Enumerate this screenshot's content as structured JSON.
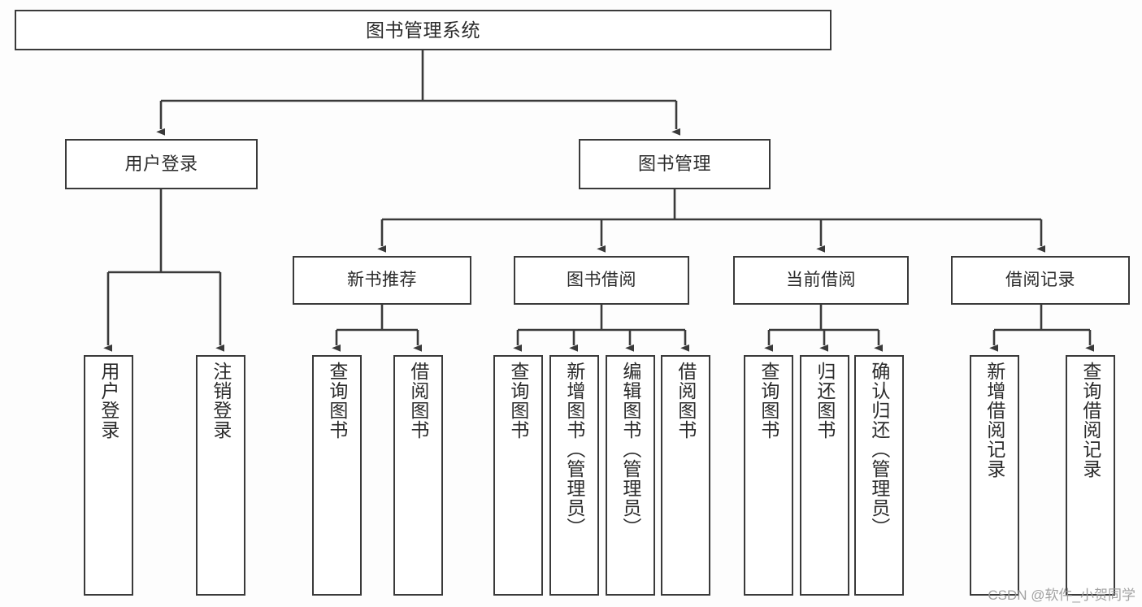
{
  "diagram": {
    "title": "图书管理系统",
    "type": "hierarchy-tree",
    "watermark": "CSDN @软件_小贺同学",
    "colors": {
      "stroke": "#3a3a3a",
      "box_fill": "#ffffff",
      "text": "#2b2b2b",
      "background": "#fdfdfd",
      "watermark": "#9b9b9b"
    },
    "root": {
      "label": "图书管理系统"
    },
    "level1": [
      {
        "label": "用户登录"
      },
      {
        "label": "图书管理"
      }
    ],
    "level2": [
      {
        "label": "新书推荐"
      },
      {
        "label": "图书借阅"
      },
      {
        "label": "当前借阅"
      },
      {
        "label": "借阅记录"
      }
    ],
    "leaves": {
      "user_login": [
        {
          "label": "用户登录"
        },
        {
          "label": "注销登录"
        }
      ],
      "new_book_recommend": [
        {
          "label": "查询图书"
        },
        {
          "label": "借阅图书"
        }
      ],
      "book_borrow": [
        {
          "label": "查询图书"
        },
        {
          "label": "新增图书（管理员）"
        },
        {
          "label": "编辑图书（管理员）"
        },
        {
          "label": "借阅图书"
        }
      ],
      "current_borrow": [
        {
          "label": "查询图书"
        },
        {
          "label": "归还图书"
        },
        {
          "label": "确认归还（管理员）"
        }
      ],
      "borrow_record": [
        {
          "label": "新增借阅记录"
        },
        {
          "label": "查询借阅记录"
        }
      ]
    }
  }
}
